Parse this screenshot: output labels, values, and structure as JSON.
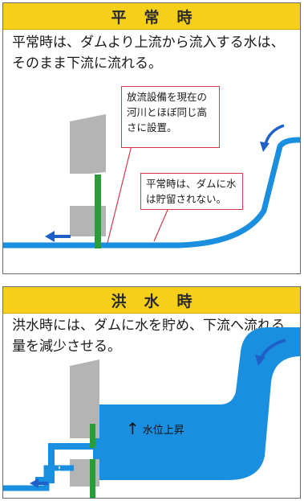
{
  "normal": {
    "heading": "平常時",
    "description": "平常時は、ダムより上流から流入する水は、そのまま下流に流れる。",
    "callout_equipment": "放流設備を現在の河川とほぼ同じ高さに設置。",
    "callout_no_storage": "平常時は、ダムに水は貯留されない。"
  },
  "flood": {
    "heading": "洪水時",
    "description": "洪水時には、ダムに水を貯め、下流へ流れる量を減少させる。",
    "water_level_label": "水位上昇"
  },
  "colors": {
    "heading_band": "#f6cf1a",
    "water": "#1a8fe0",
    "dam": "#b4b4b4",
    "pipe": "#2a9d3a",
    "callout_border": "#d8384a",
    "flow_arrow": "#1e60c8"
  },
  "icons": [
    "water-flow-arrow-icon",
    "water-rise-arrow-icon"
  ]
}
